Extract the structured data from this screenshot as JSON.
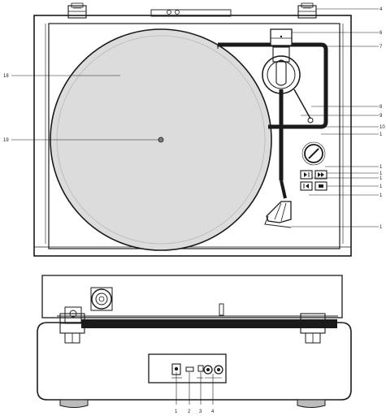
{
  "callouts": {
    "top": [
      {
        "id": "c4",
        "text": "4"
      },
      {
        "id": "c6",
        "text": "6"
      },
      {
        "id": "c7",
        "text": "7"
      },
      {
        "id": "c8",
        "text": "8"
      },
      {
        "id": "c9",
        "text": "9"
      },
      {
        "id": "c10",
        "text": "10"
      },
      {
        "id": "c11",
        "text": "1"
      },
      {
        "id": "c12",
        "text": "1"
      },
      {
        "id": "c13",
        "text": "1"
      },
      {
        "id": "c14",
        "text": "1"
      },
      {
        "id": "c15",
        "text": "1"
      },
      {
        "id": "c16",
        "text": "1"
      },
      {
        "id": "c17",
        "text": "1"
      },
      {
        "id": "c18",
        "text": "18"
      },
      {
        "id": "c19",
        "text": "19"
      }
    ],
    "bottom": [
      {
        "id": "b1",
        "text": "1"
      },
      {
        "id": "b2",
        "text": "2"
      },
      {
        "id": "b3",
        "text": "3"
      },
      {
        "id": "b4",
        "text": "4"
      }
    ]
  },
  "colors": {
    "line": "#1a1a1a",
    "platter": "#dcdcdc",
    "panel": "#ffffff"
  },
  "icons": [
    "speed-selector-dial-icon",
    "play-pause-icon",
    "skip-icon",
    "stop-icon",
    "usb-port-icon"
  ]
}
